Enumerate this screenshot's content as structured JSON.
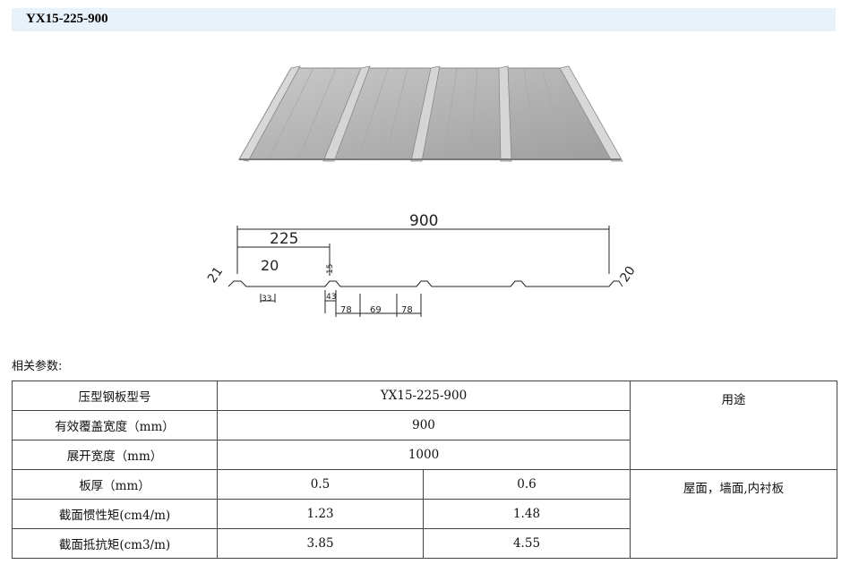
{
  "header": {
    "title": "YX15-225-900"
  },
  "drawing": {
    "total_width": "900",
    "pitch": "225",
    "rib_top": "20",
    "edge_left": "21",
    "edge_right": "20",
    "rib_height": "15",
    "bottom_left": "33",
    "rib_base": "43",
    "seg_a": "78",
    "seg_b": "69",
    "seg_c": "78"
  },
  "params_label": "相关参数:",
  "table": {
    "model_label": "压型钢板型号",
    "model_value": "YX15-225-900",
    "usage_label": "用途",
    "usage_value": "屋面，墙面,内衬板",
    "cover_width_label": "有效覆盖宽度（mm）",
    "cover_width_value": "900",
    "unfold_width_label": "展开宽度（mm）",
    "unfold_width_value": "1000",
    "thickness_label": "板厚（mm）",
    "thickness": [
      "0.5",
      "0.6"
    ],
    "inertia_label": "截面惯性矩(cm4/m)",
    "inertia": [
      "1.23",
      "1.48"
    ],
    "modulus_label": "截面抵抗矩(cm3/m)",
    "modulus": [
      "3.85",
      "4.55"
    ]
  }
}
